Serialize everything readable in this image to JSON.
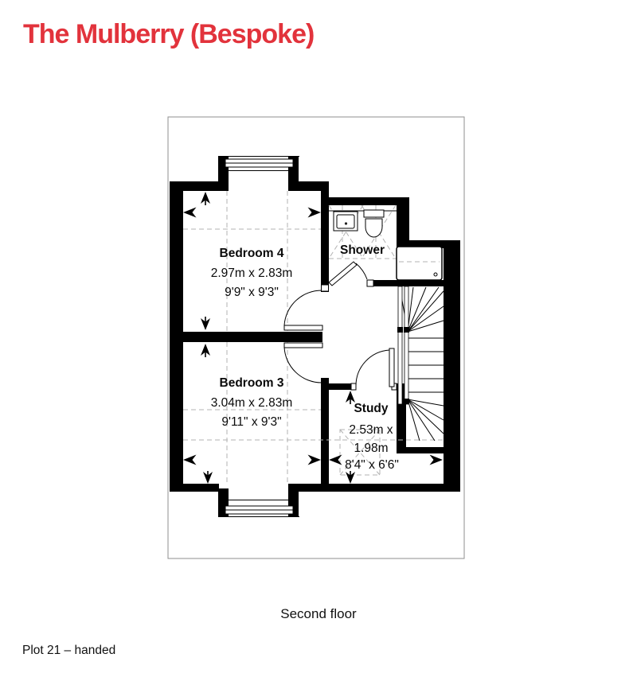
{
  "title": "The Mulberry (Bespoke)",
  "floor_caption": "Second floor",
  "plot_caption": "Plot 21 – handed",
  "rooms": {
    "bedroom4": {
      "name": "Bedroom 4",
      "size_metric": "2.97m x 2.83m",
      "size_imperial": "9'9\" x 9'3\""
    },
    "bedroom3": {
      "name": "Bedroom 3",
      "size_metric": "3.04m x 2.83m",
      "size_imperial": "9'11\" x 9'3\""
    },
    "shower": {
      "name": "Shower"
    },
    "study": {
      "name": "Study",
      "size_metric_line1": "2.53m x",
      "size_metric_line2": "1.98m",
      "size_imperial": "8'4\" x 6'6\""
    }
  },
  "icons": {
    "slope-arrow-up": "▲",
    "slope-arrow-down": "▼",
    "slope-arrow-left": "◄",
    "slope-arrow-right": "►"
  },
  "colors": {
    "accent": "#e2333c",
    "wall": "#000000",
    "dashed_guide": "#b3b3b3",
    "plan_border": "#8f8f8f"
  }
}
